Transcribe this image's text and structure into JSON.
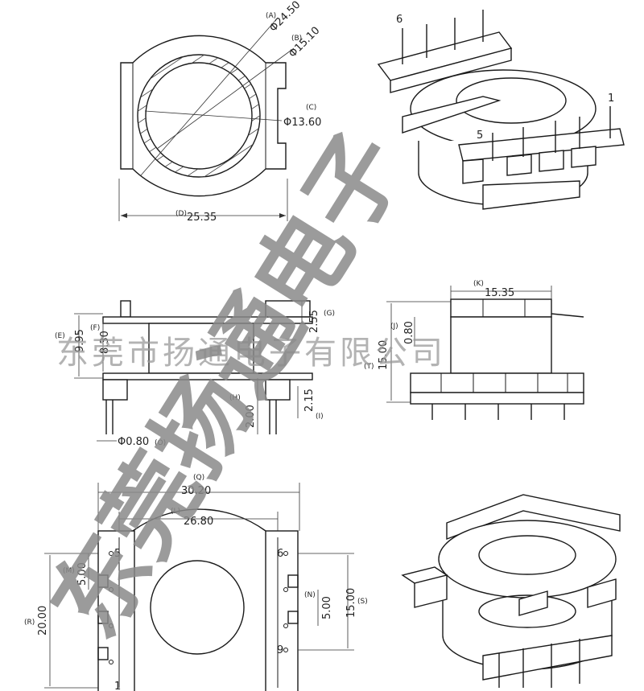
{
  "dimensions": {
    "A": {
      "tag": "(A)",
      "value": "Φ24.50"
    },
    "B": {
      "tag": "(B)",
      "value": "Φ15.10"
    },
    "C": {
      "tag": "(C)",
      "value": "Φ13.60"
    },
    "D": {
      "tag": "(D)",
      "value": "25.35"
    },
    "E": {
      "tag": "(E)",
      "value": "9.95"
    },
    "F": {
      "tag": "(F)",
      "value": "8.30"
    },
    "G": {
      "tag": "(G)",
      "value": "2.55"
    },
    "H": {
      "tag": "(H)",
      "value": "2.00"
    },
    "I": {
      "tag": "(I)",
      "value": "2.15"
    },
    "O": {
      "tag": "(O)",
      "value": "Φ0.80"
    },
    "K": {
      "tag": "(K)",
      "value": "15.35"
    },
    "J": {
      "tag": "(J)",
      "value": "0.80"
    },
    "T": {
      "tag": "(T)",
      "value": "15.00"
    },
    "Q": {
      "tag": "(Q)",
      "value": "30.20"
    },
    "L": {
      "tag": "(L)",
      "value": "26.80"
    },
    "M": {
      "tag": "(M)",
      "value": "5.00"
    },
    "R": {
      "tag": "(R)",
      "value": "20.00"
    },
    "N": {
      "tag": "(N)",
      "value": "5.00"
    },
    "S": {
      "tag": "(S)",
      "value": "15.00"
    }
  },
  "pin_labels": {
    "iso_top_left": "6",
    "iso_right": "1",
    "iso_mid": "5",
    "bottom_left_top": "5",
    "bottom_left_bottom": "1",
    "bottom_right_top": "6",
    "bottom_right_bottom": "9"
  },
  "watermark": {
    "vertical": "东莞扬通电子",
    "line": "东莞市扬通电子有限公司"
  },
  "colors": {
    "line": "#1a1a1a",
    "watermark": "#8a8a8a",
    "background": "#ffffff"
  }
}
